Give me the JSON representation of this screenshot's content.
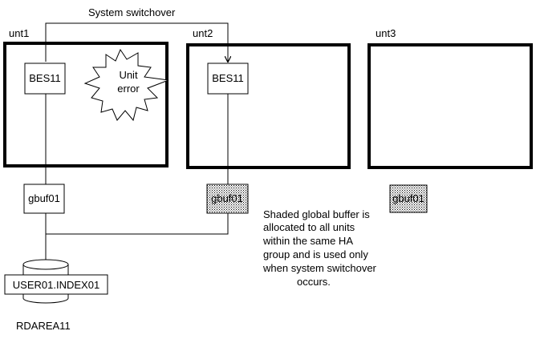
{
  "switchover_label": "System switchover",
  "units": [
    {
      "name": "unt1",
      "server": "BES11"
    },
    {
      "name": "unt2",
      "server": "BES11"
    },
    {
      "name": "unt3"
    }
  ],
  "error_label": {
    "line1": "Unit",
    "line2": "error"
  },
  "buffers": {
    "unt1": "gbuf01",
    "unt2": "gbuf01",
    "unt3": "gbuf01"
  },
  "database": {
    "name": "USER01.INDEX01",
    "rdarea": "RDAREA11"
  },
  "note": [
    "Shaded global buffer is",
    "allocated to all units",
    "within the same HA",
    "group and is used only",
    "when system switchover",
    "occurs."
  ],
  "colors": {
    "line": "#000000",
    "fill": "#ffffff"
  }
}
